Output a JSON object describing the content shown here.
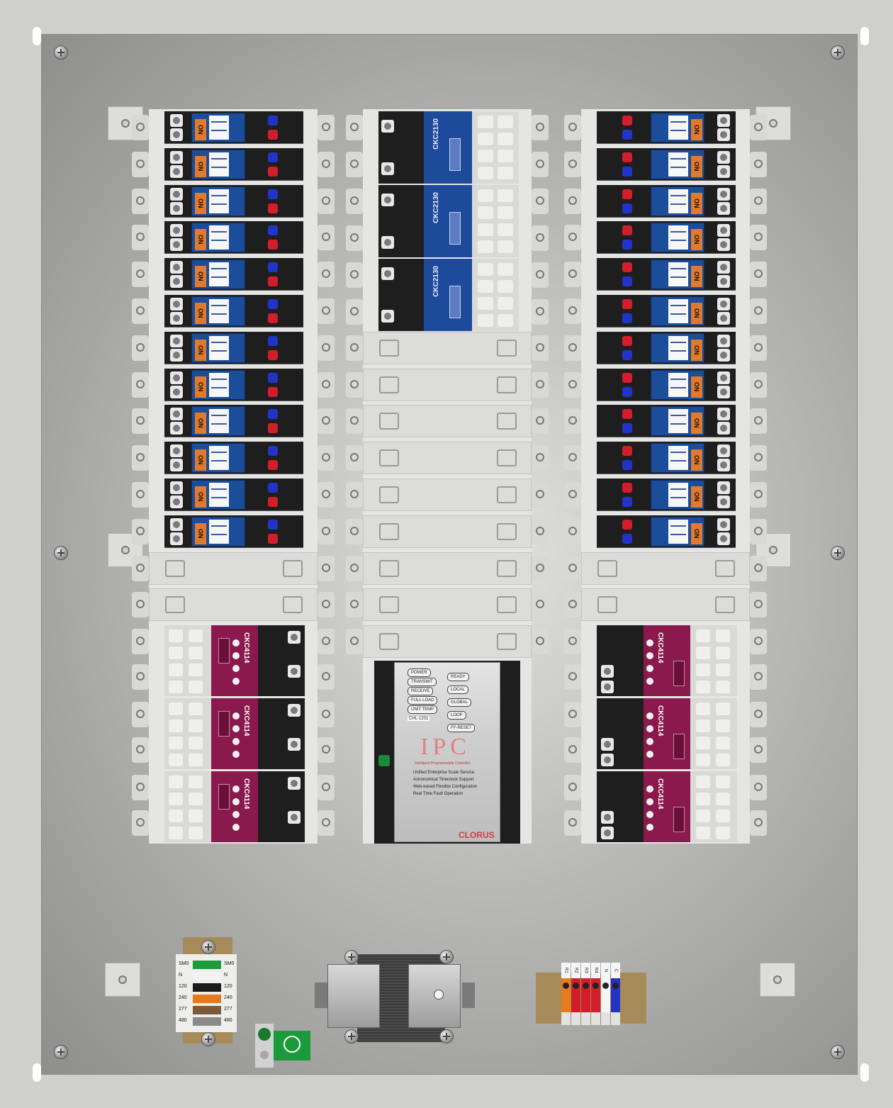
{
  "panel": {
    "breaker_on_label": "ON",
    "contactor_models": [
      "CKC2130",
      "CKC2130",
      "CKC2130"
    ],
    "relay_model": "CKC4114",
    "ipc": {
      "buttons_left": [
        "POWER",
        "TRANSMIT",
        "RECEIVE",
        "FULL LOAD",
        "UNIT TEMP"
      ],
      "buttons_right": [
        "READY",
        "LOCAL",
        "GLOBAL",
        "LOOP",
        "FF-RESET"
      ],
      "model": "CHL-1201",
      "title": "IPC",
      "subtitle": "Intelligent Programmable Controller",
      "features": [
        "Unified Enterprise Scale Service",
        "Astronomical Timeclock Support",
        "Web-based Flexible Configuration",
        "Real Time Fault Operation"
      ],
      "brand": "CLORUS"
    },
    "terminal_block": {
      "rows": [
        {
          "left": "SM0",
          "right": "SM0",
          "color": "#1e9a3a"
        },
        {
          "left": "N",
          "right": "N",
          "color": "#f2f2f2"
        },
        {
          "left": "120",
          "right": "120",
          "color": "#1a1a1a"
        },
        {
          "left": "240",
          "right": "240",
          "color": "#e87a1e"
        },
        {
          "left": "277",
          "right": "277",
          "color": "#7a5a3a"
        },
        {
          "left": "480",
          "right": "480",
          "color": "#8a8a8a"
        }
      ]
    },
    "control_terminals": {
      "labels": [
        "R1",
        "R2",
        "R3",
        "R4",
        "N",
        "C"
      ],
      "colors": [
        "#e87a1e",
        "#d21e2a",
        "#d21e2a",
        "#d21e2a",
        "#f5f5f5",
        "#2234c8"
      ]
    },
    "colors": {
      "breaker_blue": "#1b4d9a",
      "relay_magenta": "#8a1a4e",
      "plate_gray": "#b9b9b7"
    }
  }
}
